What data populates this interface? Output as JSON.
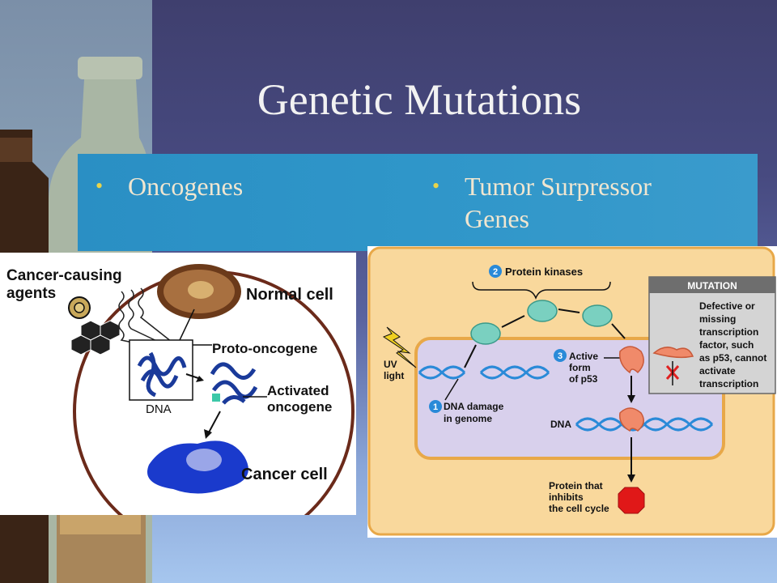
{
  "title": "Genetic Mutations",
  "bullets": {
    "left": "Oncogenes",
    "right": "Tumor Surpressor Genes"
  },
  "left_diagram": {
    "agents_label_line1": "Cancer-causing",
    "agents_label_line2": "agents",
    "normal_cell": "Normal cell",
    "proto_oncogene": "Proto-oncogene",
    "dna": "DNA",
    "activated_line1": "Activated",
    "activated_line2": "oncogene",
    "cancer_cell": "Cancer cell"
  },
  "right_diagram": {
    "step2_number": "2",
    "step2_label": "Protein kinases",
    "uv_line1": "UV",
    "uv_line2": "light",
    "step3_number": "3",
    "step3_line1": "Active",
    "step3_line2": "form",
    "step3_line3": "of p53",
    "step1_number": "1",
    "step1_line1": "DNA damage",
    "step1_line2": "in genome",
    "dna": "DNA",
    "protein_line1": "Protein that",
    "protein_line2": "inhibits",
    "protein_line3": "the cell cycle",
    "mutation_header": "MUTATION",
    "mutation_lines": [
      "Defective or",
      "missing",
      "transcription",
      "factor, such",
      "as p53, cannot",
      "activate",
      "transcription"
    ]
  },
  "colors": {
    "title_text": "#f2f2f2",
    "bullet_text": "#f0e6d0",
    "bullet_dot": "#e8d44a",
    "panel_blue": "#2f96c9"
  }
}
